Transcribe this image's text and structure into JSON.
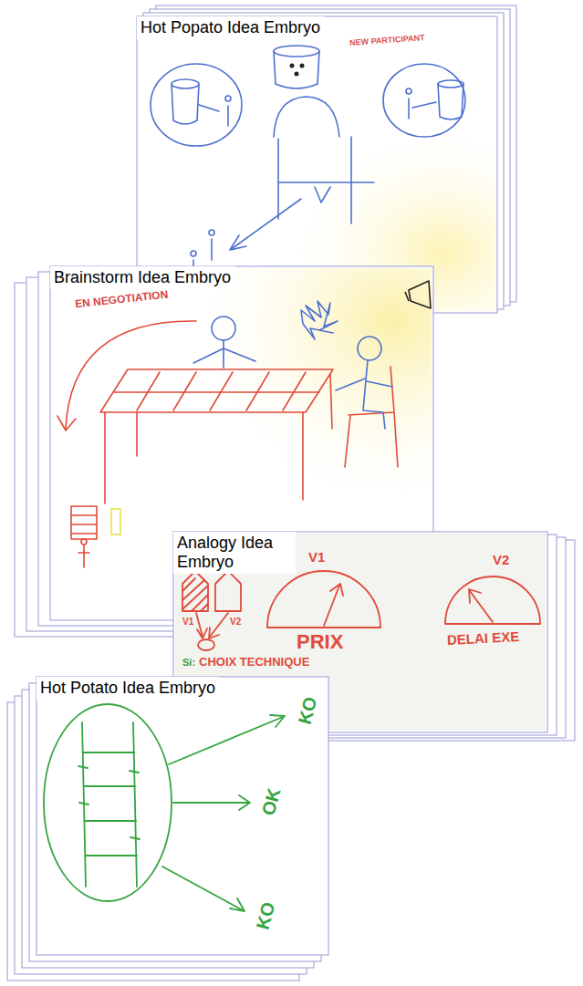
{
  "diagram": {
    "nodes": [
      {
        "text": [
          "Hot Popato Idea Embryo"
        ]
      },
      {
        "text": [
          "Brainstorm Idea Embryo"
        ]
      },
      {
        "text": [
          "Analogy Idea Embryo"
        ]
      },
      {
        "text": [
          "Hot Potato Idea Embryo"
        ]
      }
    ],
    "labels": [
      "NEW PARTICIPANT",
      "EN NEGOTIATION",
      "V1",
      "V2",
      "PRIX",
      "DELAI EXE",
      "V1",
      "V2",
      "Si:",
      "CHOIX TECHNIQUE",
      "KO",
      "OK",
      "KO"
    ]
  }
}
